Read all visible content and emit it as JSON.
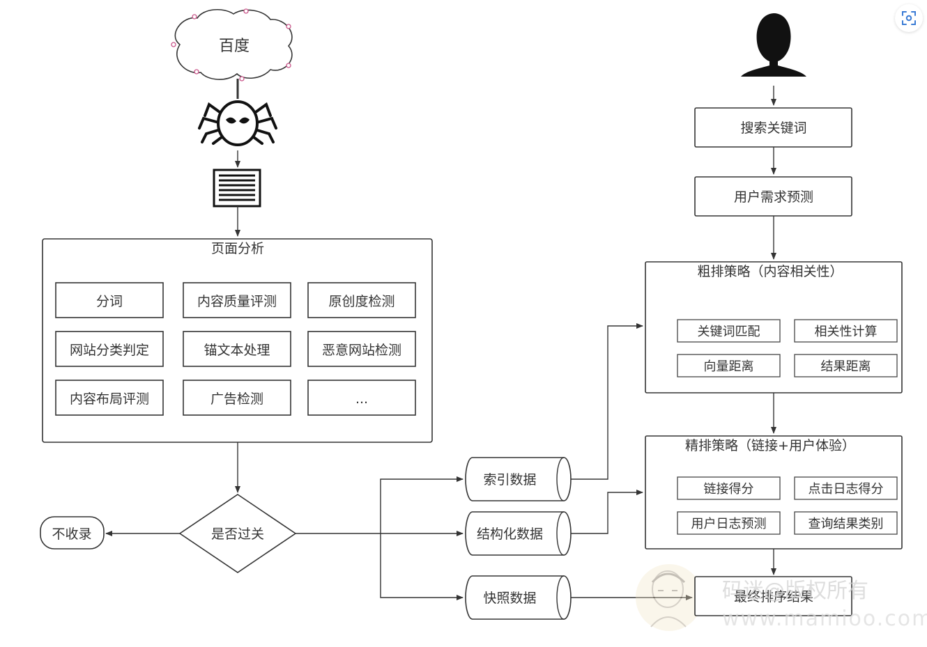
{
  "crawler": {
    "source_label": "百度",
    "page_analysis": {
      "title": "页面分析",
      "items": [
        "分词",
        "内容质量评测",
        "原创度检测",
        "网站分类判定",
        "锚文本处理",
        "恶意网站检测",
        "内容布局评测",
        "广告检测",
        "..."
      ]
    },
    "decision": "是否过关",
    "reject": "不收录"
  },
  "storage": [
    "索引数据",
    "结构化数据",
    "快照数据"
  ],
  "query": {
    "search_keywords": "搜索关键词",
    "user_intent": "用户需求预测",
    "coarse": {
      "title": "粗排策略（内容相关性）",
      "items": [
        "关键词匹配",
        "相关性计算",
        "向量距离",
        "结果距离"
      ]
    },
    "fine": {
      "title": "精排策略（链接+用户体验）",
      "items": [
        "链接得分",
        "点击日志得分",
        "用户日志预测",
        "查询结果类别"
      ]
    },
    "final": "最终排序结果"
  },
  "watermark": {
    "line1": "码迷@版权所有",
    "line2": "www.mamioo.com"
  },
  "icons": {
    "cloud": "cloud-icon",
    "spider": "spider-icon",
    "document": "document-icon",
    "user": "user-silhouette-icon",
    "scan": "scan-icon",
    "watermark_portrait": "portrait-icon"
  },
  "colors": {
    "stroke": "#333333",
    "cloud_handle": "#c9558a",
    "watermark": "#cfcfcf"
  }
}
